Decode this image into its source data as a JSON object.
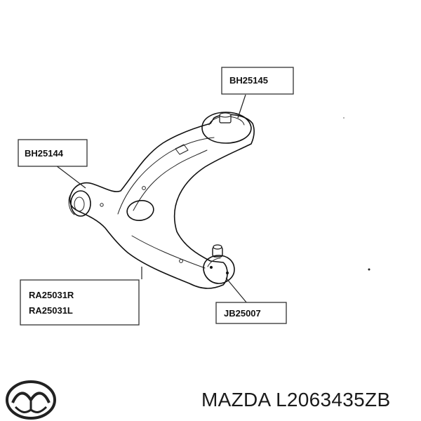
{
  "callouts": {
    "upper_bushing": "BH25145",
    "front_bushing": "BH25144",
    "arm_right": "RA25031R",
    "arm_left": "RA25031L",
    "ball_joint": "JB25007"
  },
  "caption": {
    "brand": "MAZDA",
    "part_number": "L2063435ZB"
  },
  "logo": {
    "icon": "mazda-logo-icon",
    "color": "#222222"
  }
}
